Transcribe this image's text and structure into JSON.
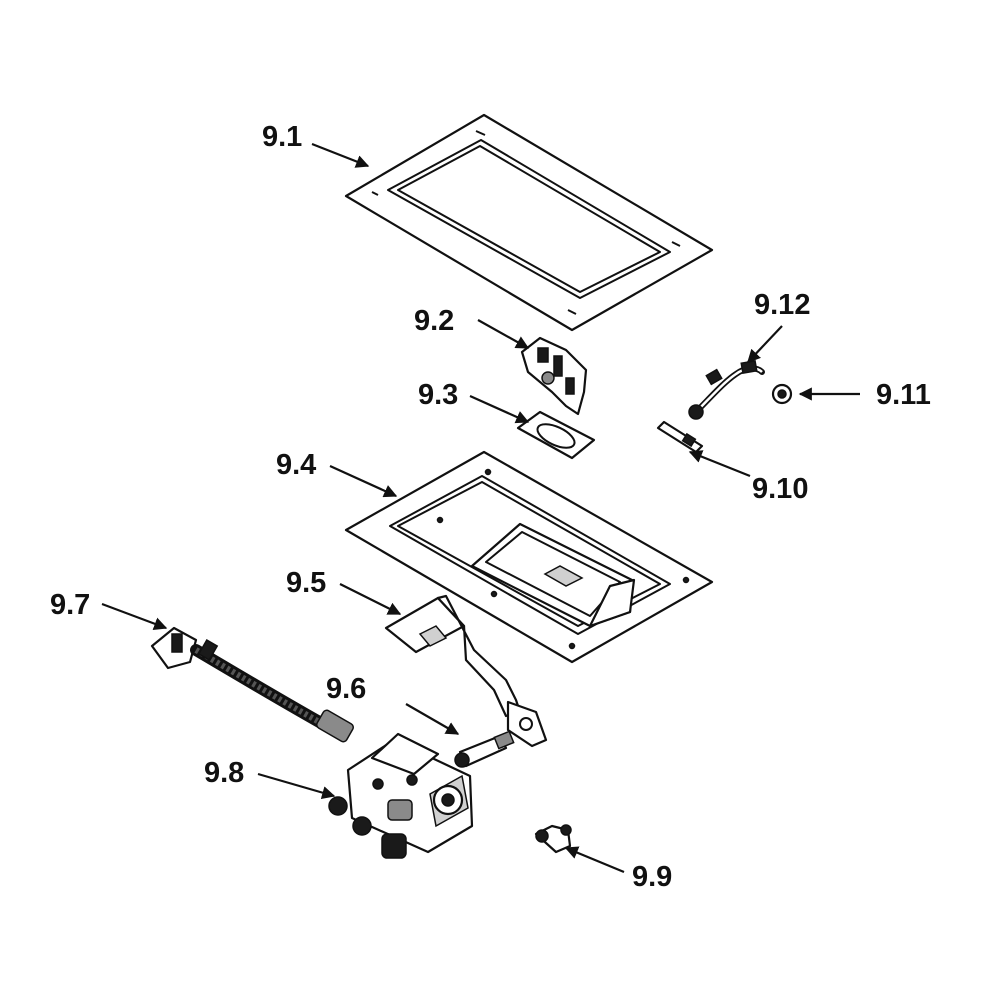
{
  "parts": [
    {
      "id": "9.1",
      "label": "9.1"
    },
    {
      "id": "9.2",
      "label": "9.2"
    },
    {
      "id": "9.3",
      "label": "9.3"
    },
    {
      "id": "9.4",
      "label": "9.4"
    },
    {
      "id": "9.5",
      "label": "9.5"
    },
    {
      "id": "9.6",
      "label": "9.6"
    },
    {
      "id": "9.7",
      "label": "9.7"
    },
    {
      "id": "9.8",
      "label": "9.8"
    },
    {
      "id": "9.9",
      "label": "9.9"
    },
    {
      "id": "9.10",
      "label": "9.10"
    },
    {
      "id": "9.11",
      "label": "9.11"
    },
    {
      "id": "9.12",
      "label": "9.12"
    }
  ],
  "colors": {
    "line": "#111111",
    "background": "#ffffff"
  }
}
